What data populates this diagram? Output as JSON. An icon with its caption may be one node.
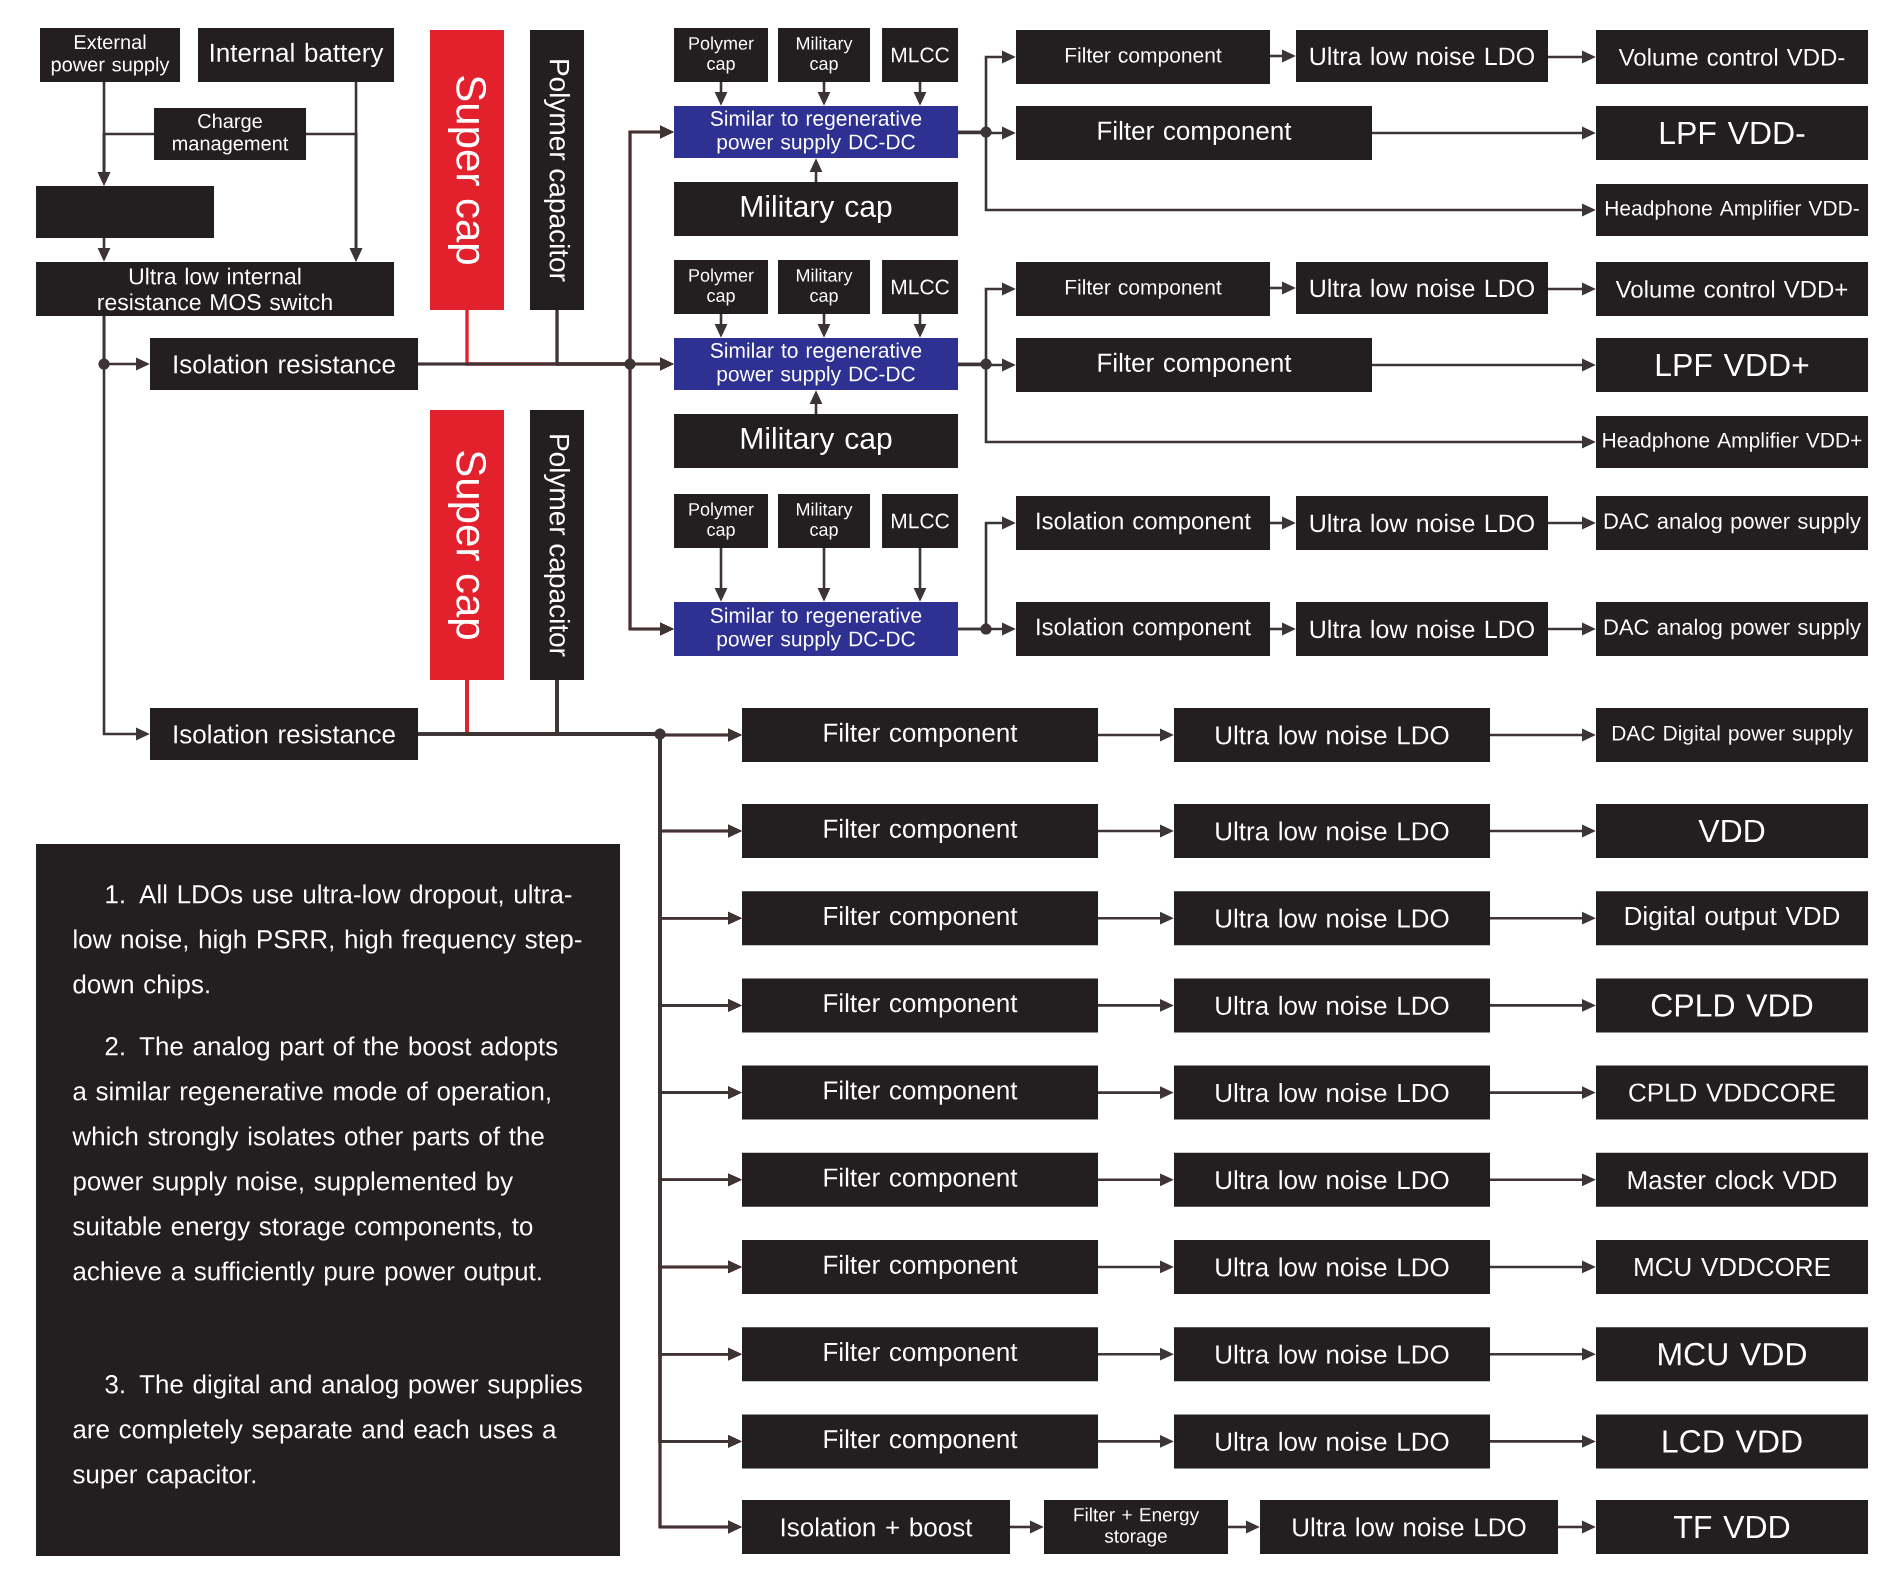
{
  "diagram": {
    "nodes": [
      {
        "text": [
          "External power supply"
        ]
      },
      {
        "text": [
          "Internal battery"
        ]
      },
      {
        "text": [
          "Charge management"
        ]
      },
      {
        "text": [],
        "shape": "box"
      },
      {
        "text": [
          "Ultra low internal resistance MOS switch"
        ]
      },
      {
        "text": [
          "Super cap"
        ]
      },
      {
        "text": [
          "Polymer capacitor"
        ]
      },
      {
        "text": [
          "Isolation resistance"
        ]
      },
      {
        "text": [
          "Super cap"
        ]
      },
      {
        "text": [
          "Polymer capacitor"
        ]
      },
      {
        "text": [
          "Isolation resistance"
        ]
      },
      {
        "text": [
          "Polymer cap"
        ]
      },
      {
        "text": [
          "Military cap"
        ]
      },
      {
        "text": [
          "MLCC"
        ]
      },
      {
        "text": [
          "Similar to regenerative power supply DC-DC"
        ]
      },
      {
        "text": [
          "Military cap"
        ]
      },
      {
        "text": [
          "Filter component"
        ]
      },
      {
        "text": [
          "Ultra low noise LDO"
        ]
      },
      {
        "text": [
          "Volume control VDD-"
        ]
      },
      {
        "text": [
          "Filter component"
        ]
      },
      {
        "text": [
          "LPF VDD-"
        ]
      },
      {
        "text": [
          "Headphone Amplifier VDD-"
        ]
      },
      {
        "text": [
          "Polymer cap"
        ]
      },
      {
        "text": [
          "Military cap"
        ]
      },
      {
        "text": [
          "MLCC"
        ]
      },
      {
        "text": [
          "Similar to regenerative power supply DC-DC"
        ]
      },
      {
        "text": [
          "Military cap"
        ]
      },
      {
        "text": [
          "Filter component"
        ]
      },
      {
        "text": [
          "Ultra low noise LDO"
        ]
      },
      {
        "text": [
          "Volume control VDD+"
        ]
      },
      {
        "text": [
          "Filter component"
        ]
      },
      {
        "text": [
          "LPF VDD+"
        ]
      },
      {
        "text": [
          "Headphone Amplifier VDD+"
        ]
      },
      {
        "text": [
          "Polymer cap"
        ]
      },
      {
        "text": [
          "Military cap"
        ]
      },
      {
        "text": [
          "MLCC"
        ]
      },
      {
        "text": [
          "Similar to regenerative power supply DC-DC"
        ]
      },
      {
        "text": [
          "Isolation component"
        ]
      },
      {
        "text": [
          "Ultra low noise LDO"
        ]
      },
      {
        "text": [
          "DAC analog power supply"
        ]
      },
      {
        "text": [
          "Isolation component"
        ]
      },
      {
        "text": [
          "Ultra low noise LDO"
        ]
      },
      {
        "text": [
          "DAC analog power supply"
        ]
      },
      {
        "text": [
          "Filter component"
        ]
      },
      {
        "text": [
          "Ultra low noise LDO"
        ]
      },
      {
        "text": [
          "DAC Digital power supply"
        ]
      },
      {
        "text": [
          "Filter component"
        ]
      },
      {
        "text": [
          "Ultra low noise LDO"
        ]
      },
      {
        "text": [
          "VDD"
        ]
      },
      {
        "text": [
          "Filter component"
        ]
      },
      {
        "text": [
          "Ultra low noise LDO"
        ]
      },
      {
        "text": [
          "Digital output VDD"
        ]
      },
      {
        "text": [
          "Filter component"
        ]
      },
      {
        "text": [
          "Ultra low noise LDO"
        ]
      },
      {
        "text": [
          "CPLD VDD"
        ]
      },
      {
        "text": [
          "Filter component"
        ]
      },
      {
        "text": [
          "Ultra low noise LDO"
        ]
      },
      {
        "text": [
          "CPLD VDDCORE"
        ]
      },
      {
        "text": [
          "Filter component"
        ]
      },
      {
        "text": [
          "Ultra low noise LDO"
        ]
      },
      {
        "text": [
          "Master clock VDD"
        ]
      },
      {
        "text": [
          "Filter component"
        ]
      },
      {
        "text": [
          "Ultra low noise LDO"
        ]
      },
      {
        "text": [
          "MCU VDDCORE"
        ]
      },
      {
        "text": [
          "Filter component"
        ]
      },
      {
        "text": [
          "Ultra low noise LDO"
        ]
      },
      {
        "text": [
          "MCU VDD"
        ]
      },
      {
        "text": [
          "Filter component"
        ]
      },
      {
        "text": [
          "Ultra low noise LDO"
        ]
      },
      {
        "text": [
          "LCD VDD"
        ]
      },
      {
        "text": [
          "Isolation + boost"
        ]
      },
      {
        "text": [
          "Filter + Energy storage"
        ]
      },
      {
        "text": [
          "Ultra low noise LDO"
        ]
      },
      {
        "text": [
          "TF VDD"
        ]
      }
    ],
    "edges": [
      {
        "from": 0,
        "to": 3,
        "arrow": "to"
      },
      {
        "from": 2,
        "to": 3,
        "arrow": "to"
      },
      {
        "from": 2,
        "to": 4,
        "arrow": "to"
      },
      {
        "from": 1,
        "to": 4,
        "arrow": "to"
      },
      {
        "from": 3,
        "to": 4,
        "arrow": "to"
      },
      {
        "from": 4,
        "to": 7,
        "arrow": "to"
      },
      {
        "from": 4,
        "to": 10,
        "arrow": "to"
      },
      {
        "from": 5,
        "to": 14,
        "arrow": "to",
        "color": "#e3212d"
      },
      {
        "from": 5,
        "to": 25,
        "arrow": "to",
        "color": "#e3212d"
      },
      {
        "from": 5,
        "to": 36,
        "arrow": "to",
        "color": "#e3212d"
      },
      {
        "from": 6,
        "to": 14,
        "arrow": "to"
      },
      {
        "from": 6,
        "to": 25,
        "arrow": "to"
      },
      {
        "from": 6,
        "to": 36,
        "arrow": "to"
      },
      {
        "from": 7,
        "to": 14,
        "arrow": "to"
      },
      {
        "from": 7,
        "to": 25,
        "arrow": "to"
      },
      {
        "from": 7,
        "to": 36,
        "arrow": "to"
      },
      {
        "from": 11,
        "to": 14,
        "arrow": "to"
      },
      {
        "from": 12,
        "to": 14,
        "arrow": "to"
      },
      {
        "from": 13,
        "to": 14,
        "arrow": "to"
      },
      {
        "from": 15,
        "to": 14,
        "arrow": "to"
      },
      {
        "from": 14,
        "to": 16,
        "arrow": "to"
      },
      {
        "from": 16,
        "to": 17,
        "arrow": "to"
      },
      {
        "from": 17,
        "to": 18,
        "arrow": "to"
      },
      {
        "from": 14,
        "to": 19,
        "arrow": "to"
      },
      {
        "from": 19,
        "to": 20,
        "arrow": "to"
      },
      {
        "from": 14,
        "to": 21,
        "arrow": "to"
      },
      {
        "from": 22,
        "to": 25,
        "arrow": "to"
      },
      {
        "from": 23,
        "to": 25,
        "arrow": "to"
      },
      {
        "from": 24,
        "to": 25,
        "arrow": "to"
      },
      {
        "from": 26,
        "to": 25,
        "arrow": "to"
      },
      {
        "from": 25,
        "to": 27,
        "arrow": "to"
      },
      {
        "from": 27,
        "to": 28,
        "arrow": "to"
      },
      {
        "from": 28,
        "to": 29,
        "arrow": "to"
      },
      {
        "from": 25,
        "to": 30,
        "arrow": "to"
      },
      {
        "from": 30,
        "to": 31,
        "arrow": "to"
      },
      {
        "from": 25,
        "to": 32,
        "arrow": "to"
      },
      {
        "from": 33,
        "to": 36,
        "arrow": "to"
      },
      {
        "from": 34,
        "to": 36,
        "arrow": "to"
      },
      {
        "from": 35,
        "to": 36,
        "arrow": "to"
      },
      {
        "from": 36,
        "to": 37,
        "arrow": "to"
      },
      {
        "from": 37,
        "to": 38,
        "arrow": "to"
      },
      {
        "from": 38,
        "to": 39,
        "arrow": "to"
      },
      {
        "from": 36,
        "to": 40,
        "arrow": "to"
      },
      {
        "from": 40,
        "to": 41,
        "arrow": "to"
      },
      {
        "from": 41,
        "to": 42,
        "arrow": "to"
      },
      {
        "from": 8,
        "to": 43,
        "arrow": "to",
        "color": "#e3212d"
      },
      {
        "from": 8,
        "to": 46,
        "arrow": "to",
        "color": "#e3212d"
      },
      {
        "from": 8,
        "to": 49,
        "arrow": "to",
        "color": "#e3212d"
      },
      {
        "from": 8,
        "to": 52,
        "arrow": "to",
        "color": "#e3212d"
      },
      {
        "from": 8,
        "to": 55,
        "arrow": "to",
        "color": "#e3212d"
      },
      {
        "from": 8,
        "to": 58,
        "arrow": "to",
        "color": "#e3212d"
      },
      {
        "from": 8,
        "to": 61,
        "arrow": "to",
        "color": "#e3212d"
      },
      {
        "from": 8,
        "to": 64,
        "arrow": "to",
        "color": "#e3212d"
      },
      {
        "from": 8,
        "to": 67,
        "arrow": "to",
        "color": "#e3212d"
      },
      {
        "from": 8,
        "to": 70,
        "arrow": "to",
        "color": "#e3212d"
      },
      {
        "from": 9,
        "to": 43,
        "arrow": "to"
      },
      {
        "from": 9,
        "to": 46,
        "arrow": "to"
      },
      {
        "from": 9,
        "to": 49,
        "arrow": "to"
      },
      {
        "from": 9,
        "to": 52,
        "arrow": "to"
      },
      {
        "from": 9,
        "to": 55,
        "arrow": "to"
      },
      {
        "from": 9,
        "to": 58,
        "arrow": "to"
      },
      {
        "from": 9,
        "to": 61,
        "arrow": "to"
      },
      {
        "from": 9,
        "to": 64,
        "arrow": "to"
      },
      {
        "from": 9,
        "to": 67,
        "arrow": "to"
      },
      {
        "from": 9,
        "to": 70,
        "arrow": "to"
      },
      {
        "from": 10,
        "to": 43,
        "arrow": "to"
      },
      {
        "from": 10,
        "to": 46,
        "arrow": "to"
      },
      {
        "from": 10,
        "to": 49,
        "arrow": "to"
      },
      {
        "from": 10,
        "to": 52,
        "arrow": "to"
      },
      {
        "from": 10,
        "to": 55,
        "arrow": "to"
      },
      {
        "from": 10,
        "to": 58,
        "arrow": "to"
      },
      {
        "from": 10,
        "to": 61,
        "arrow": "to"
      },
      {
        "from": 10,
        "to": 64,
        "arrow": "to"
      },
      {
        "from": 10,
        "to": 67,
        "arrow": "to"
      },
      {
        "from": 10,
        "to": 70,
        "arrow": "to"
      },
      {
        "from": 43,
        "to": 44,
        "arrow": "to"
      },
      {
        "from": 44,
        "to": 45,
        "arrow": "to"
      },
      {
        "from": 46,
        "to": 47,
        "arrow": "to"
      },
      {
        "from": 47,
        "to": 48,
        "arrow": "to"
      },
      {
        "from": 49,
        "to": 50,
        "arrow": "to"
      },
      {
        "from": 50,
        "to": 51,
        "arrow": "to"
      },
      {
        "from": 52,
        "to": 53,
        "arrow": "to"
      },
      {
        "from": 53,
        "to": 54,
        "arrow": "to"
      },
      {
        "from": 55,
        "to": 56,
        "arrow": "to"
      },
      {
        "from": 56,
        "to": 57,
        "arrow": "to"
      },
      {
        "from": 58,
        "to": 59,
        "arrow": "to"
      },
      {
        "from": 59,
        "to": 60,
        "arrow": "to"
      },
      {
        "from": 61,
        "to": 62,
        "arrow": "to"
      },
      {
        "from": 62,
        "to": 63,
        "arrow": "to"
      },
      {
        "from": 64,
        "to": 65,
        "arrow": "to"
      },
      {
        "from": 65,
        "to": 66,
        "arrow": "to"
      },
      {
        "from": 67,
        "to": 68,
        "arrow": "to"
      },
      {
        "from": 68,
        "to": 69,
        "arrow": "to"
      },
      {
        "from": 70,
        "to": 71,
        "arrow": "to"
      },
      {
        "from": 71,
        "to": 72,
        "arrow": "to"
      },
      {
        "from": 72,
        "to": 73,
        "arrow": "to"
      }
    ],
    "labels": [
      "1. All LDOs use ultra-low dropout, ultra-low noise, high PSRR, high frequency step-down chips.",
      "2. The analog part of the boost adopts a similar regenerative mode of operation, which strongly isolates other parts of the power supply noise, supplemented by suitable energy storage components, to achieve a sufficiently pure power output.",
      "3. The digital and analog power supplies are completely separate and each uses a super capacitor."
    ]
  }
}
